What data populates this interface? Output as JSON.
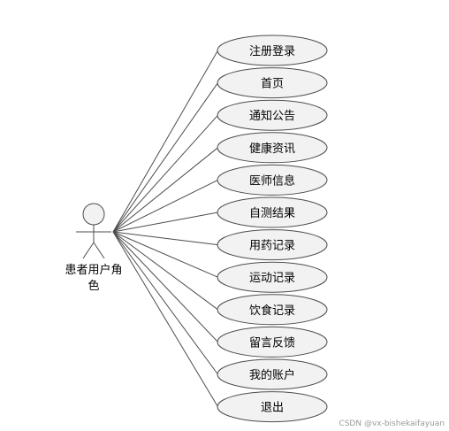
{
  "actor": {
    "label_line1": "患者用户角",
    "label_line2": "色"
  },
  "use_cases": [
    "注册登录",
    "首页",
    "通知公告",
    "健康资讯",
    "医师信息",
    "自测结果",
    "用药记录",
    "运动记录",
    "饮食记录",
    "留言反馈",
    "我的账户",
    "退出"
  ],
  "watermark": "CSDN @vx-bishekaifayuan",
  "colors": {
    "stroke": "#4d4d4d",
    "ellipse_fill": "#f2f2f2",
    "background": "#ffffff"
  }
}
